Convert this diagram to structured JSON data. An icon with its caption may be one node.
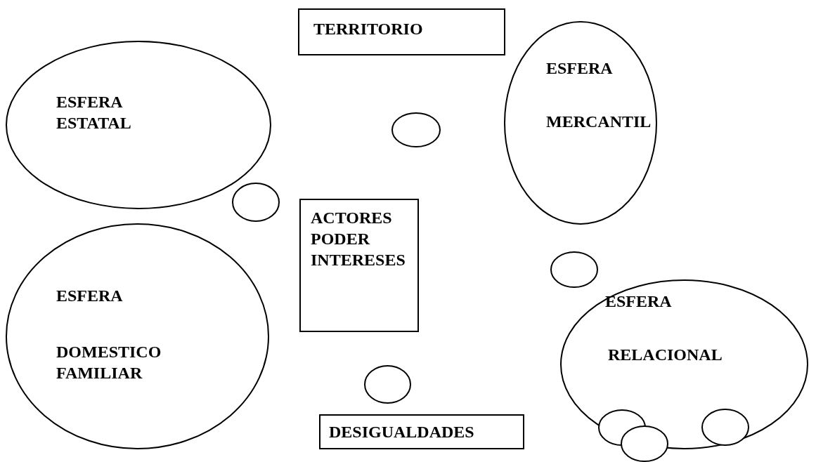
{
  "diagram": {
    "nodes": [
      {
        "text": [
          "TERRITORIO"
        ]
      },
      {
        "text": [
          "ESFERA ESTATAL"
        ]
      },
      {
        "text": [],
        "shape": "circle"
      },
      {
        "text": [
          "ESFERA",
          "MERCANTIL"
        ]
      },
      {
        "text": [],
        "shape": "circle"
      },
      {
        "text": [
          "ACTORES PODER INTERESES"
        ]
      },
      {
        "text": [],
        "shape": "circle"
      },
      {
        "text": [
          "ESFERA",
          "DOMESTICO FAMILIAR"
        ]
      },
      {
        "text": [
          "ESFERA",
          "RELACIONAL"
        ]
      },
      {
        "text": [],
        "shape": "circle"
      },
      {
        "text": [
          "DESIGUALDADES"
        ]
      },
      {
        "text": [],
        "shape": "circle",
        "in": 8
      },
      {
        "text": [],
        "shape": "circle"
      },
      {
        "text": [],
        "shape": "circle",
        "in": 8
      }
    ],
    "edges": []
  }
}
